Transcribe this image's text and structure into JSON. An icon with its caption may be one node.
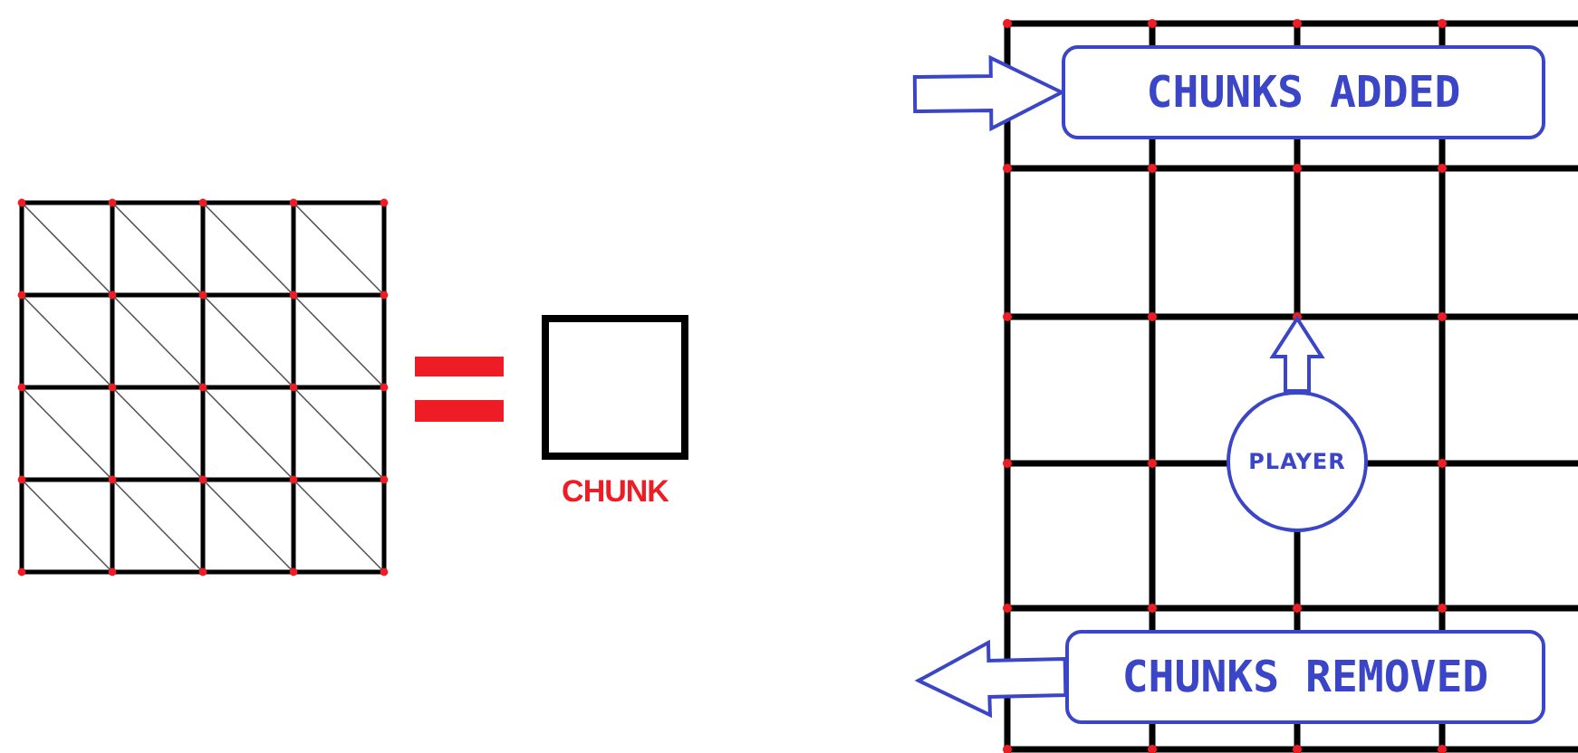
{
  "diagram": {
    "nodes": [
      {
        "text": [
          "CHUNK"
        ]
      },
      {
        "text": [
          "CHUNKS ADDED"
        ]
      },
      {
        "text": [
          "CHUNKS REMOVED"
        ]
      },
      {
        "text": [
          "PLAYER"
        ]
      }
    ],
    "edges": [
      {
        "from": null,
        "to": 1,
        "arrow": "to"
      },
      {
        "from": 2,
        "to": null,
        "arrow": "to"
      },
      {
        "from": 3,
        "to": null,
        "arrow": "to"
      }
    ]
  }
}
